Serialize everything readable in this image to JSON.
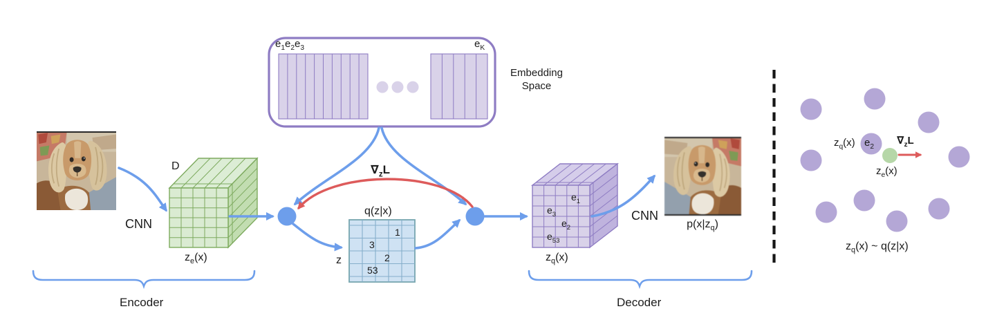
{
  "colors": {
    "blue": "#6d9eeb",
    "red": "#dd5b5b",
    "purple-stroke": "#8e7cc3",
    "purple-fill": "#d9d2e9",
    "lavender": "#b4a7d6",
    "green-stroke": "#7daa5e",
    "green-fill": "#daebd2",
    "grid-fill": "#cfe2f3",
    "grid-stroke": "#76a5af",
    "ink": "#1b1b1b"
  },
  "embedding": {
    "codes": [
      {
        "pre": "e",
        "sub": "1"
      },
      {
        "pre": "e",
        "sub": "2"
      },
      {
        "pre": "e",
        "sub": "3"
      }
    ],
    "last_code": {
      "pre": "e",
      "sub": "K"
    },
    "title": "Embedding Space"
  },
  "encoder": {
    "cnn_label": "CNN",
    "depth_label": "D",
    "ze": {
      "pre": "z",
      "sub": "e",
      "post": "(x)"
    },
    "brace_label": "Encoder"
  },
  "latent": {
    "grid_title": "q(z|x)",
    "z_label": "z",
    "grad": {
      "pre": "∇",
      "sub": "z",
      "post": "L"
    },
    "cells": [
      "1",
      "3",
      "2",
      "53"
    ]
  },
  "decoder": {
    "cnn_label": "CNN",
    "zq": {
      "pre": "z",
      "sub": "q",
      "post": "(x)"
    },
    "cube_labels": [
      {
        "pre": "e",
        "sub": "1"
      },
      {
        "pre": "e",
        "sub": "3"
      },
      {
        "pre": "e",
        "sub": "2"
      },
      {
        "pre": "e",
        "sub": "53"
      }
    ],
    "output_label": {
      "pre": "p(x|z",
      "sub": "q",
      "post": ")"
    },
    "brace_label": "Decoder"
  },
  "right_panel": {
    "zq": {
      "pre": "z",
      "sub": "q",
      "post": "(x)"
    },
    "e2": {
      "pre": "e",
      "sub": "2"
    },
    "grad": {
      "pre": "∇",
      "sub": "z",
      "post": "L"
    },
    "ze": {
      "pre": "z",
      "sub": "e",
      "post": "(x)"
    },
    "formula": {
      "pre": "z",
      "sub": "q",
      "post": "(x) ~ q(z|x)"
    }
  }
}
